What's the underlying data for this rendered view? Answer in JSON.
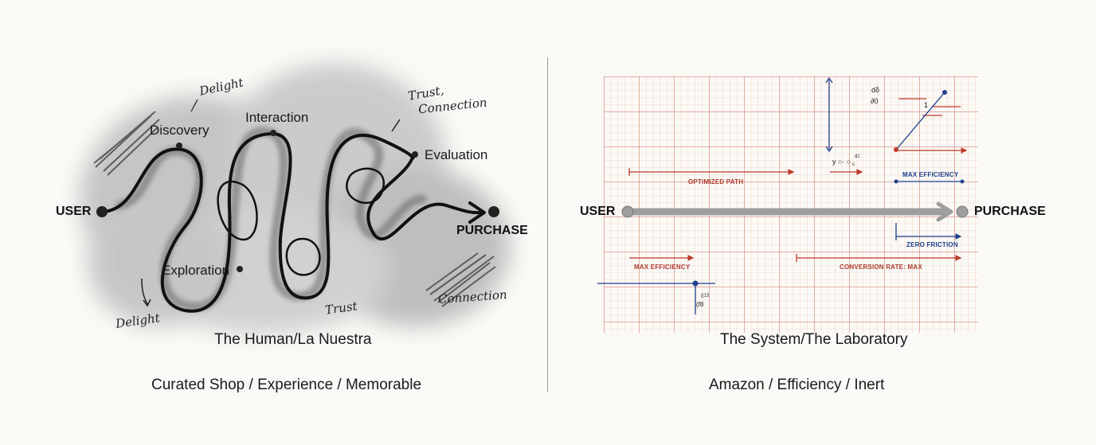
{
  "left": {
    "start_label": "USER",
    "end_label": "PURCHASE",
    "nodes": {
      "discovery": "Discovery",
      "interaction": "Interaction",
      "evaluation": "Evaluation",
      "exploration": "Exploration"
    },
    "annotations": {
      "delight_top": "Delight",
      "delight_bottom": "Delight",
      "trust_connection_1": "Trust,",
      "trust_connection_2": "Connection",
      "trust": "Trust",
      "connection": "Connection"
    },
    "subtitle": "The Human/La Nuestra",
    "caption": "Curated Shop / Experience / Memorable"
  },
  "right": {
    "start_label": "USER",
    "end_label": "PURCHASE",
    "annotations": {
      "optimized_path": "OPTIMIZED PATH",
      "max_efficiency_top": "MAX EFFICIENCY",
      "zero_friction": "ZERO FRICTION",
      "max_efficiency_bottom": "MAX EFFICIENCY",
      "conversion_rate": "CONVERSION RATE: MAX"
    },
    "math": {
      "frac_top": "dδ",
      "frac_bottom": "∂0",
      "eq": "y ○· ○",
      "eq_sup": "dℰ",
      "eq_sub": "c",
      "one": "1",
      "small_a": "((15",
      "small_b": "(f8"
    },
    "subtitle": "The System/The Laboratory",
    "caption": "Amazon / Efficiency / Inert"
  },
  "colors": {
    "ink": "#1a1a1a",
    "grid_red": "#c0392b",
    "grid_faint": "#f0b8b0",
    "blue": "#1f3f8f",
    "path_gray": "#9e9e9e"
  }
}
